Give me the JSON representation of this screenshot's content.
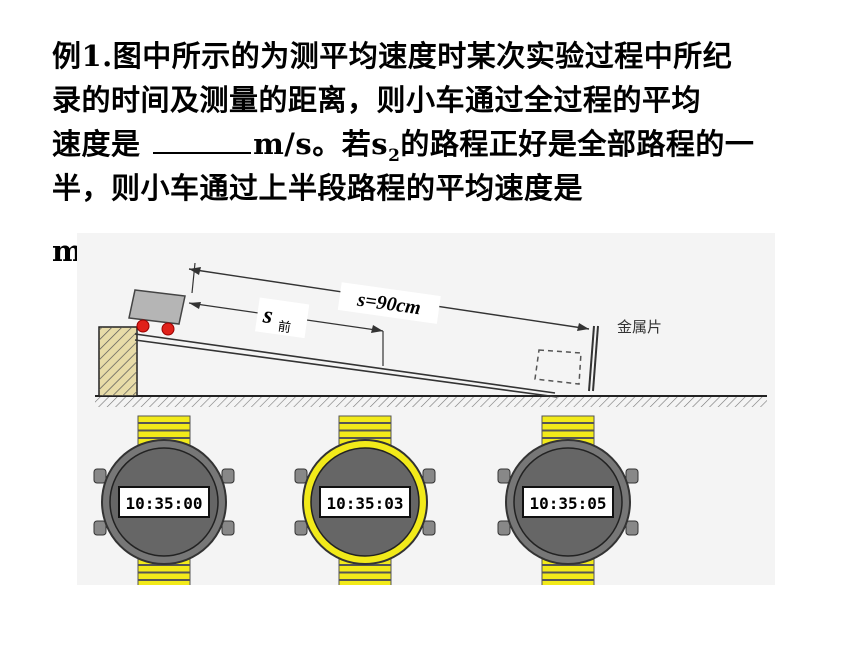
{
  "question": {
    "line1": "例1.图中所示的为测平均速度时某次实验过程中所纪",
    "line2": "录的时间及测量的距离，则小车通过全过程的平均",
    "line3_a": "速度是",
    "line3_b": "m/s。若s",
    "line3_sub": "2",
    "line3_c": "的路程正好是全部路程的一",
    "line4": "半，则小车通过上半段路程的平均速度是",
    "line5": "m/s。"
  },
  "figure": {
    "s_total_label": "s=90cm",
    "s_front_main": "s",
    "s_front_sub": "前",
    "metal_label": "金属片",
    "watches": [
      {
        "time": "10:35:00"
      },
      {
        "time": "10:35:03"
      },
      {
        "time": "10:35:05"
      }
    ],
    "colors": {
      "strap": "#f2ea1a",
      "cart": "#b5b5b5",
      "wheel": "#e0211a",
      "background": "#f4f4f4"
    }
  }
}
